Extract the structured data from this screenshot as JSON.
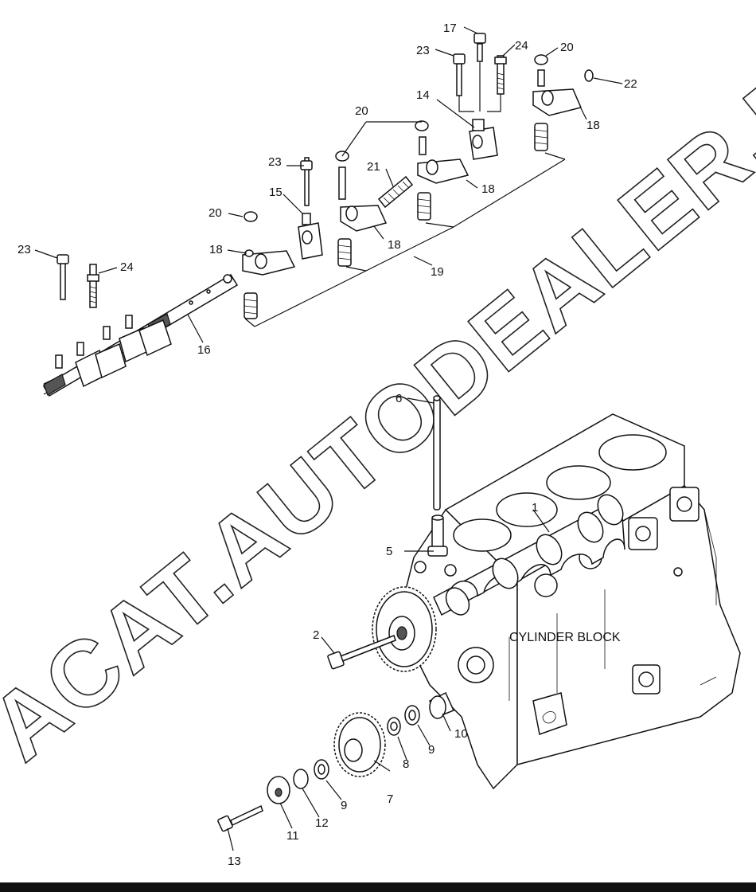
{
  "figure": {
    "block_label": "CYLINDER BLOCK",
    "watermark": "ACAT.AUTODEALER.RU",
    "callouts": [
      {
        "id": "c1",
        "text": "1"
      },
      {
        "id": "c2",
        "text": "2"
      },
      {
        "id": "c5",
        "text": "5"
      },
      {
        "id": "c6",
        "text": "6"
      },
      {
        "id": "c7",
        "text": "7"
      },
      {
        "id": "c8",
        "text": "8"
      },
      {
        "id": "c9a",
        "text": "9"
      },
      {
        "id": "c9b",
        "text": "9"
      },
      {
        "id": "c10",
        "text": "10"
      },
      {
        "id": "c11",
        "text": "11"
      },
      {
        "id": "c12",
        "text": "12"
      },
      {
        "id": "c13",
        "text": "13"
      },
      {
        "id": "c14",
        "text": "14"
      },
      {
        "id": "c15",
        "text": "15"
      },
      {
        "id": "c16",
        "text": "16"
      },
      {
        "id": "c17",
        "text": "17"
      },
      {
        "id": "c18a",
        "text": "18"
      },
      {
        "id": "c18b",
        "text": "18"
      },
      {
        "id": "c18c",
        "text": "18"
      },
      {
        "id": "c18d",
        "text": "18"
      },
      {
        "id": "c19",
        "text": "19"
      },
      {
        "id": "c20a",
        "text": "20"
      },
      {
        "id": "c20b",
        "text": "20"
      },
      {
        "id": "c20c",
        "text": "20"
      },
      {
        "id": "c21",
        "text": "21"
      },
      {
        "id": "c22",
        "text": "22"
      },
      {
        "id": "c23a",
        "text": "23"
      },
      {
        "id": "c23b",
        "text": "23"
      },
      {
        "id": "c23c",
        "text": "23"
      },
      {
        "id": "c24a",
        "text": "24"
      },
      {
        "id": "c24b",
        "text": "24"
      }
    ]
  }
}
